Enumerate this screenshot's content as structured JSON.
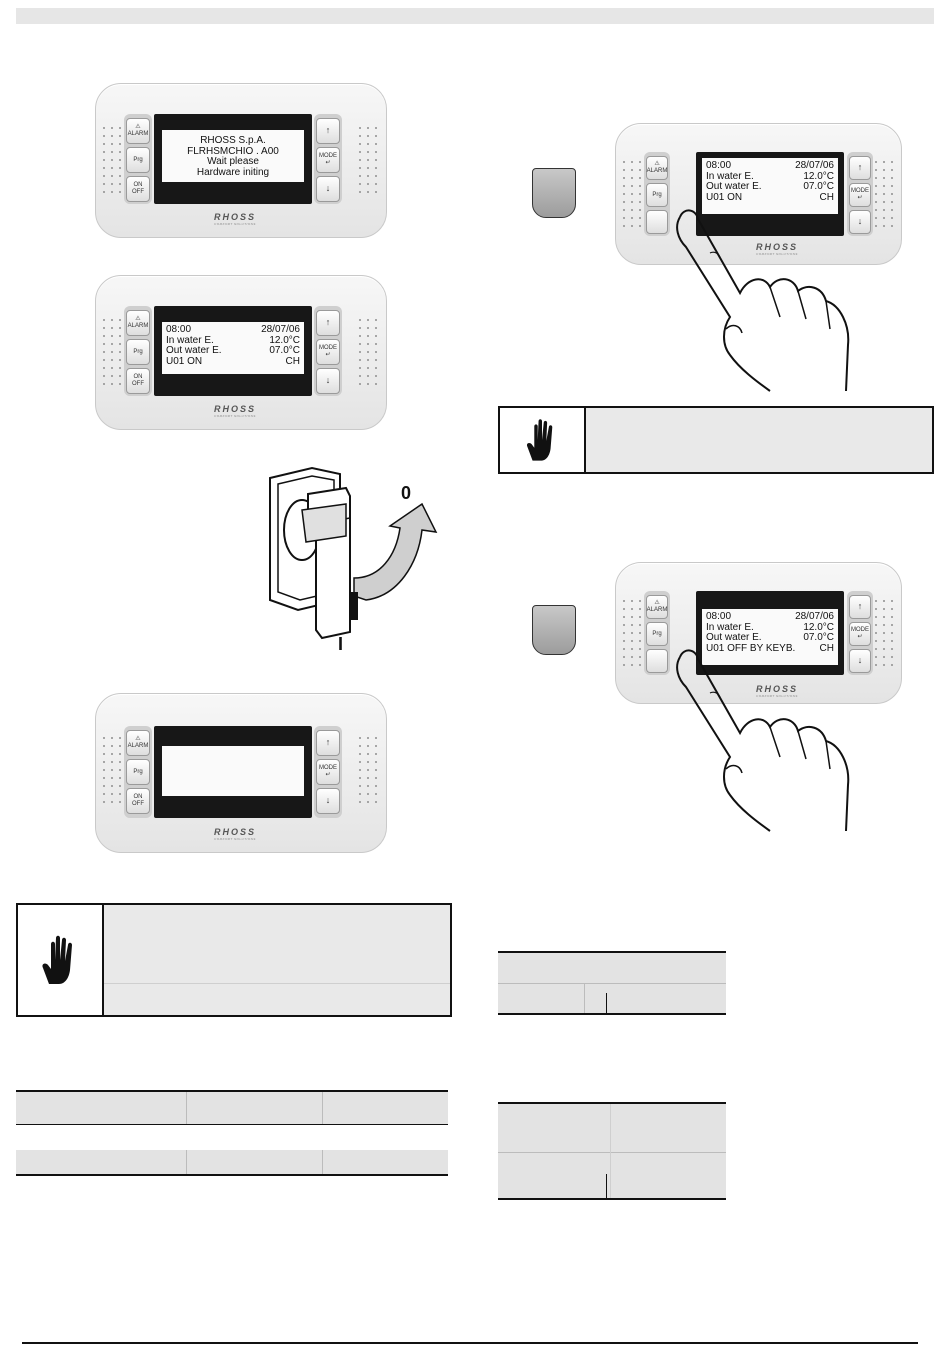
{
  "keypad": {
    "alarm_label": "ALARM",
    "prg_label": "Prg",
    "onoff_label": "ON\nOFF",
    "mode_label": "MODE",
    "up_arrow": "↑",
    "down_arrow": "↓",
    "enter_glyph": "↵",
    "warning_glyph": "⚠",
    "logo": "RHOSS",
    "logo_sub": "COMFORT SOLUTIONS"
  },
  "screen_boot": {
    "line1": "RHOSS S.p.A.",
    "line2": "FLRHSMCHIO   . A00",
    "line3": "Wait please",
    "line4": "Hardware initing"
  },
  "screen_status_on": {
    "time": "08:00",
    "date": "28/07/06",
    "in_label": "In water E.",
    "in_value": "12.0°C",
    "out_label": "Out water E.",
    "out_value": "07.0°C",
    "status": "U01 ON",
    "mode": "CH"
  },
  "screen_status_off": {
    "time": "08:00",
    "date": "28/07/06",
    "in_label": "In water E.",
    "in_value": "12.0°C",
    "out_label": "Out water E.",
    "out_value": "07.0°C",
    "status": "U01 OFF BY KEYB.",
    "mode": "CH"
  },
  "switch": {
    "pos_off": "0",
    "pos_on": "I"
  }
}
